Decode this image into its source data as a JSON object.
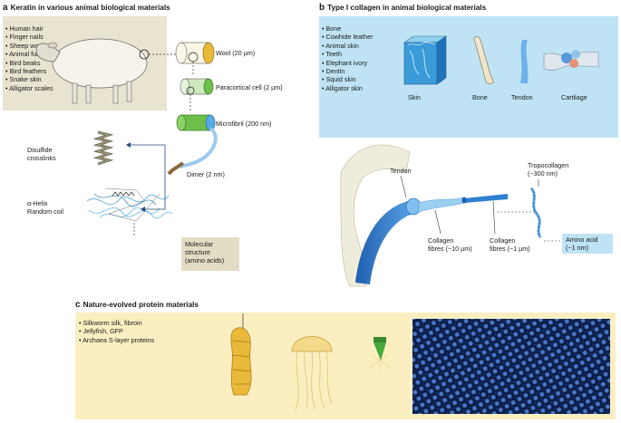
{
  "panel_a": {
    "letter": "a",
    "title": "Keratin in various animal biological materials",
    "sources": [
      "Human hair",
      "Finger nails",
      "Sheep wool",
      "Animal fur",
      "Bird beaks",
      "Bird feathers",
      "Snake skin",
      "Alligator scales"
    ],
    "labels": {
      "wool": "Wool (20 µm)",
      "paracortical": "Paracortical cell (2 µm)",
      "microfibril": "Microfibril (200 nm)",
      "dimer": "Dimer (2 nm)",
      "disulfide": [
        "Disulfide",
        "crosslinks"
      ],
      "helix": "α-Helix",
      "random_coil": "Random coil",
      "molecular": [
        "Molecular",
        "structure",
        "(amino acids)"
      ]
    }
  },
  "panel_b": {
    "letter": "b",
    "title": "Type I collagen in animal biological materials",
    "sources": [
      "Bone",
      "Cowhide leather",
      "Animal skin",
      "Teeth",
      "Elephant ivory",
      "Dentin",
      "Squid skin",
      "Alligator skin"
    ],
    "tissues": [
      "Skin",
      "Bone",
      "Tendon",
      "Cartilage"
    ],
    "labels": {
      "tendon": "Tendon",
      "tropocollagen": [
        "Tropocollagen",
        "(~300 nm)"
      ],
      "amino": [
        "Amino acid",
        "(~1 nm)"
      ],
      "fibres10": [
        "Collagen",
        "fibres (~10 µm)"
      ],
      "fibres1": [
        "Collagen",
        "fibres (~1 µm)"
      ]
    }
  },
  "panel_c": {
    "letter": "c",
    "title": "Nature-evolved protein materials",
    "items": [
      "Silkworm silk, fibroin",
      "Jellyfish, GFP",
      "Archaea S-layer proteins"
    ]
  },
  "colors": {
    "keratin_bg": "#e8e4cf",
    "collagen_bg": "#bfe3f4",
    "nature_bg": "#fbefc2",
    "collagen_blue": "#2f7fd0",
    "keratin_green": "#6cc04a",
    "wool_yellow": "#e9b93a"
  }
}
